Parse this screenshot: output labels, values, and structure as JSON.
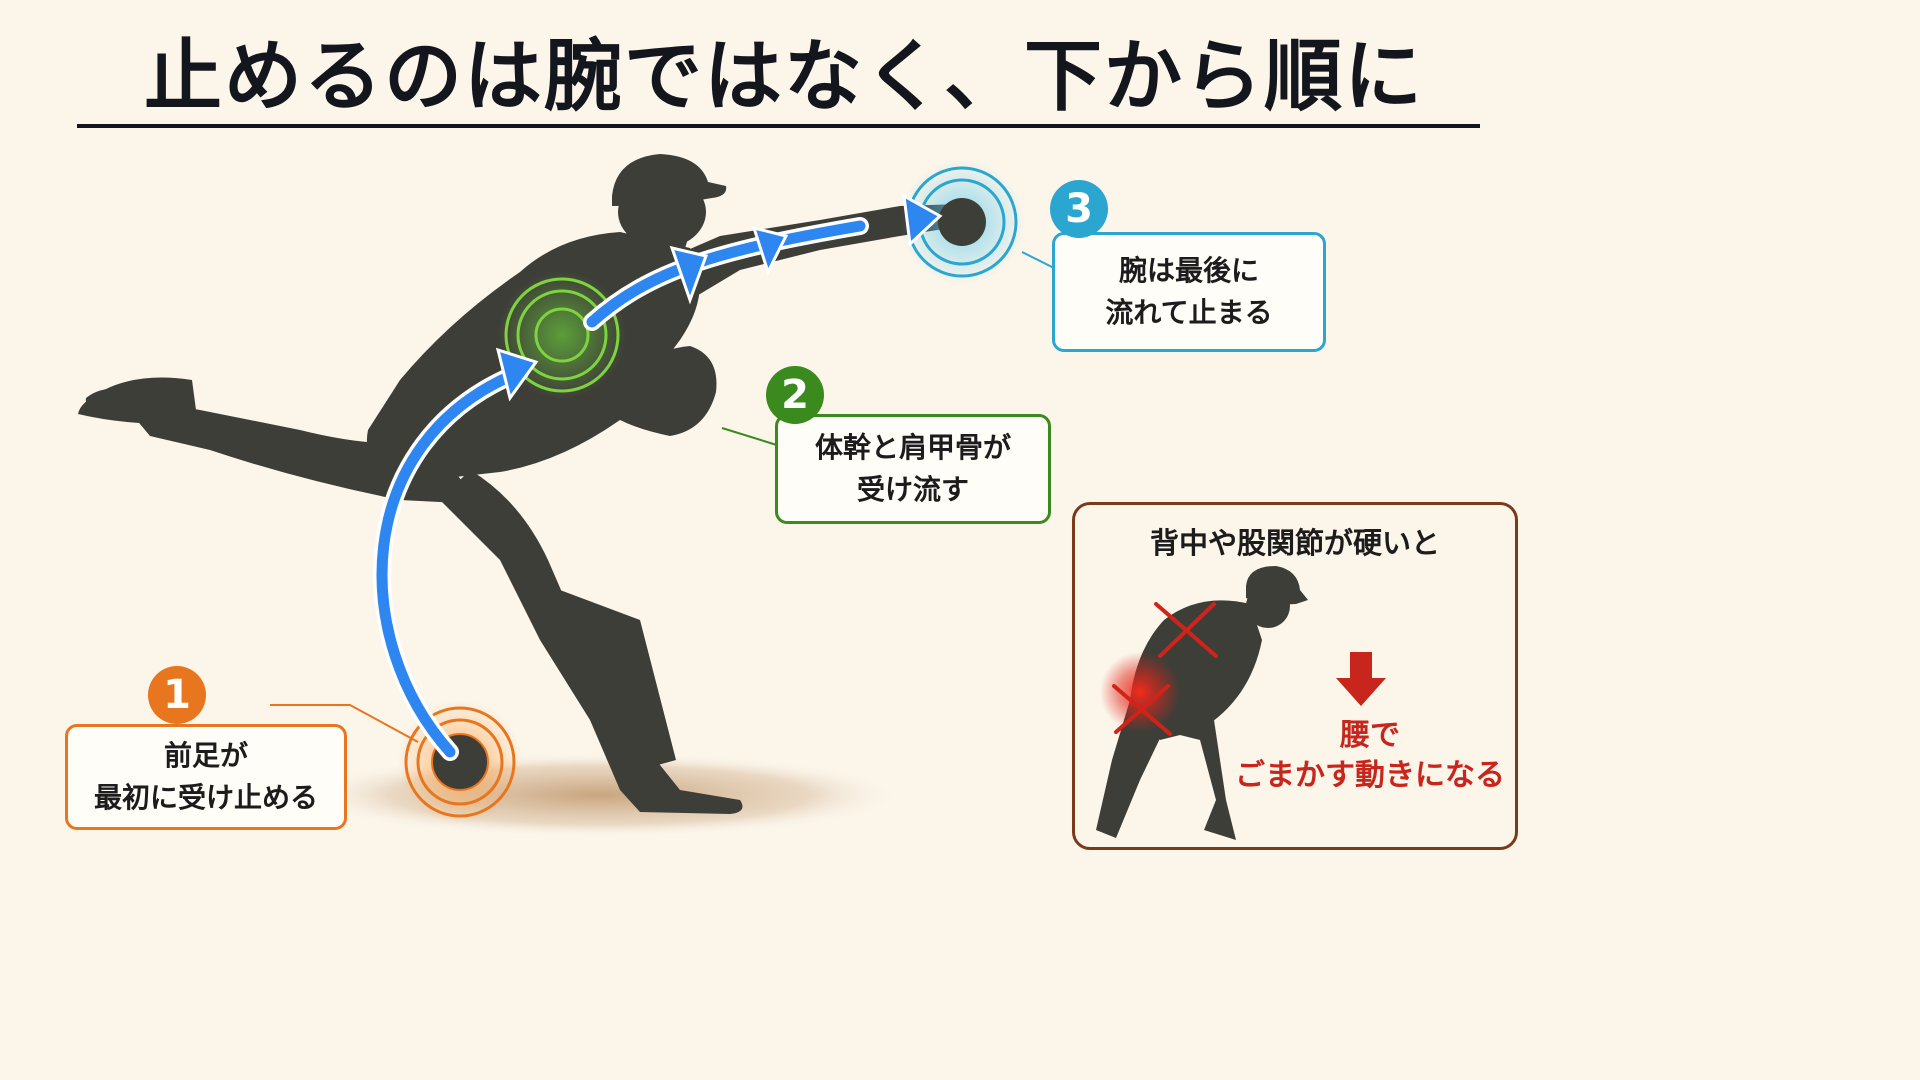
{
  "title": "止めるのは腕ではなく、下から順に",
  "colors": {
    "background": "#fbf5ea",
    "silhouette": "#3e3e38",
    "arrow": "#2e86f0",
    "step1": "#e8761e",
    "step2": "#3a8a1e",
    "step3": "#2aa6d0",
    "inset_border": "#7a3a1c",
    "warning": "#c8251c"
  },
  "steps": [
    {
      "number": "1",
      "line1": "前足が",
      "line2": "最初に受け止める"
    },
    {
      "number": "2",
      "line1": "体幹と肩甲骨が",
      "line2": "受け流す"
    },
    {
      "number": "3",
      "line1": "腕は最後に",
      "line2": "流れて止まる"
    }
  ],
  "inset": {
    "title": "背中や股関節が硬いと",
    "result_line1": "腰で",
    "result_line2": "ごまかす動きになる"
  },
  "icons": [
    "pitcher-silhouette",
    "flow-arrow",
    "x-mark-icon",
    "down-arrow-icon"
  ]
}
